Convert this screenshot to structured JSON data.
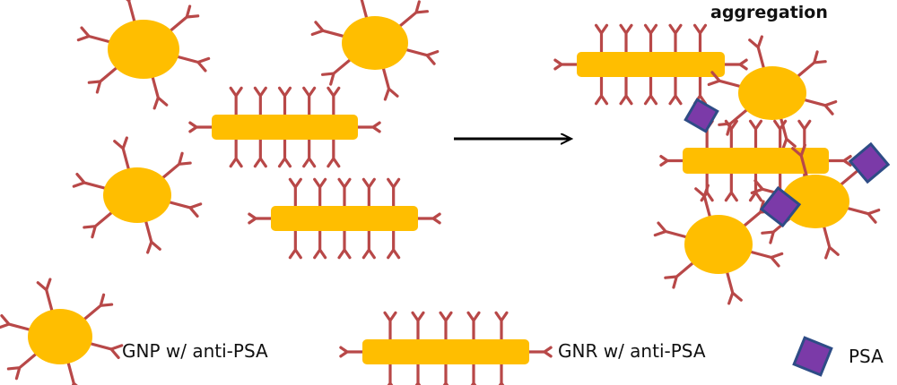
{
  "labels": {
    "aggregation": "aggregation",
    "gnp": "GNP w/ anti-PSA",
    "gnr": "GNR w/ anti-PSA",
    "psa": "PSA"
  },
  "colors": {
    "gold": "#FFBE00",
    "antibody": "#B84848",
    "psa_fill": "#7B3AA8",
    "psa_edge": "#2E4C86",
    "arrow": "#000000"
  }
}
